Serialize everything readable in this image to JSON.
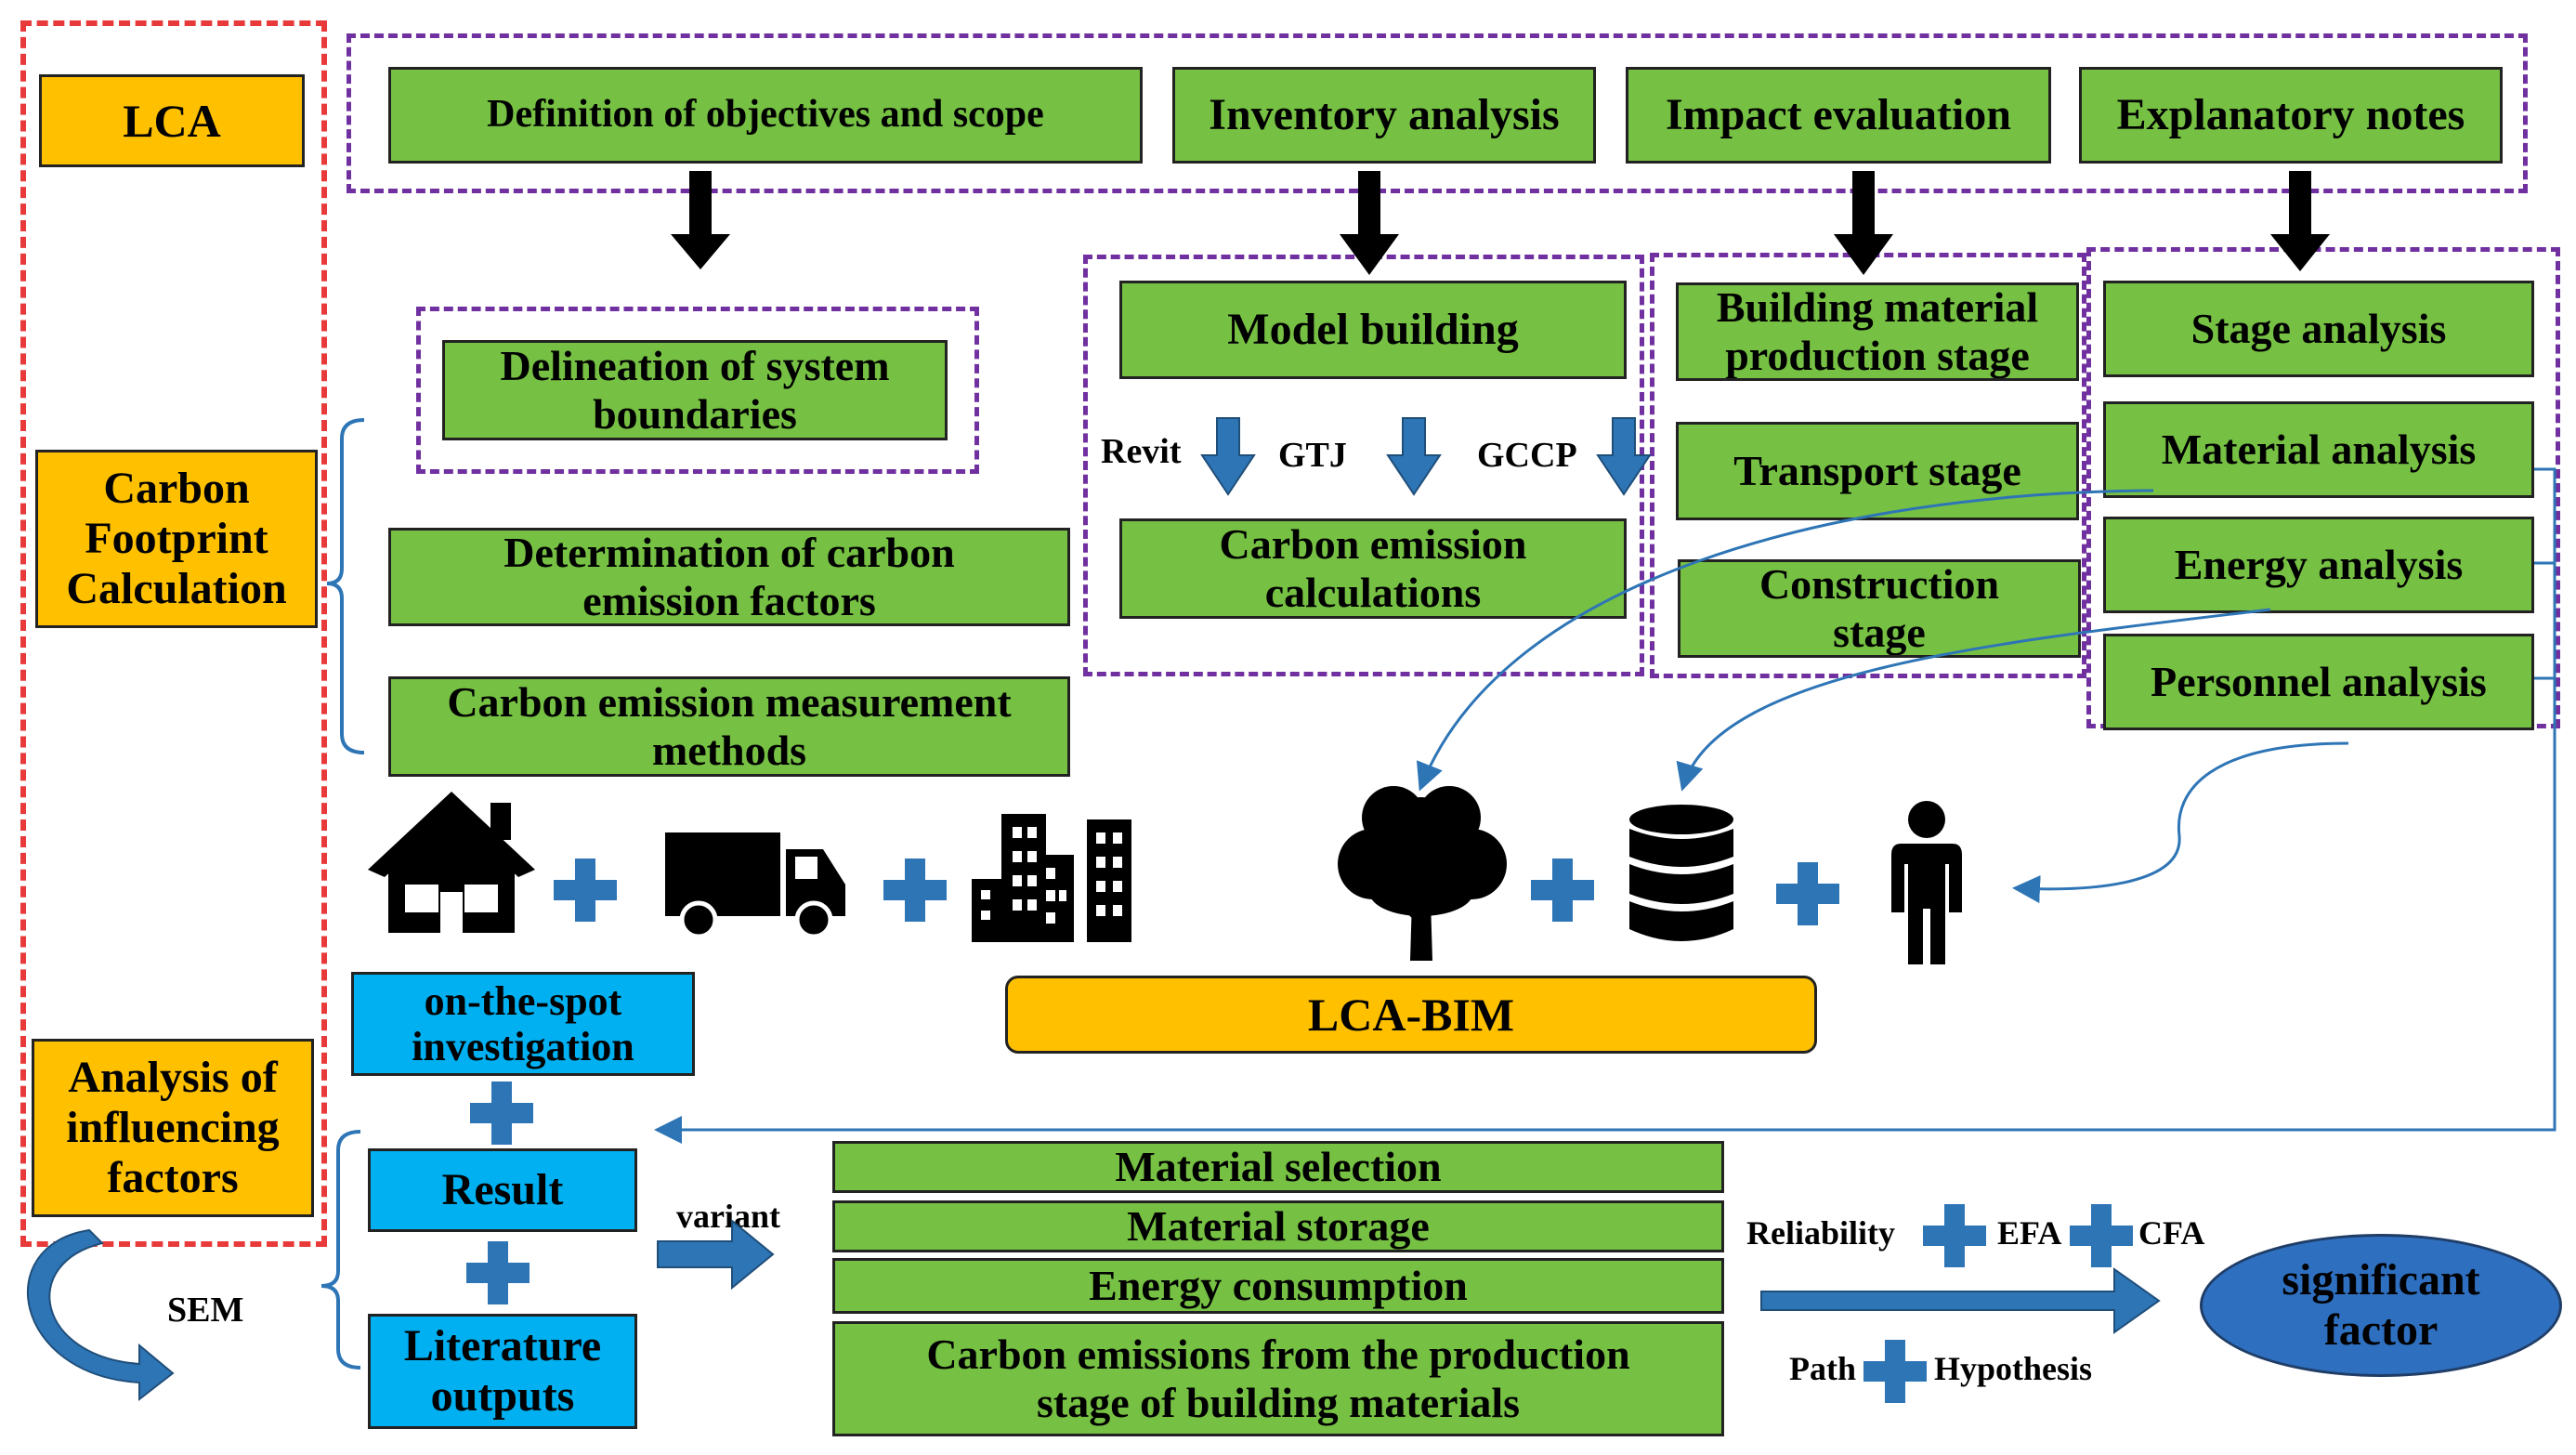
{
  "lca": "LCA",
  "cfc": [
    "Carbon",
    "Footprint",
    "Calculation"
  ],
  "aif": [
    "Analysis of",
    "influencing",
    "factors"
  ],
  "steps": {
    "definition": "Definition of objectives and scope",
    "inventory": "Inventory analysis",
    "impact": "Impact evaluation",
    "explanatory": "Explanatory notes"
  },
  "scope": {
    "delineation": [
      "Delineation of system",
      "boundaries"
    ],
    "factors": [
      "Determination of carbon",
      "emission factors"
    ],
    "methods": [
      "Carbon emission measurement",
      "methods"
    ]
  },
  "inventory": {
    "model": "Model building",
    "tools": [
      "Revit",
      "GTJ",
      "GCCP"
    ],
    "calc": [
      "Carbon emission",
      "calculations"
    ]
  },
  "stages": {
    "production": [
      "Building material",
      "production stage"
    ],
    "transport": "Transport stage",
    "construction": [
      "Construction",
      "stage"
    ]
  },
  "analysis": {
    "stage": "Stage analysis",
    "material": "Material analysis",
    "energy": "Energy analysis",
    "personnel": "Personnel analysis"
  },
  "icons": [
    "house-icon",
    "truck-icon",
    "buildings-icon",
    "tree-icon",
    "database-icon",
    "person-icon",
    "plus-icon"
  ],
  "lcabim": "LCA-BIM",
  "investigation": [
    "on-the-spot",
    "investigation"
  ],
  "result": "Result",
  "literature": [
    "Literature",
    "outputs"
  ],
  "sem": "SEM",
  "variant": "variant",
  "variables": {
    "selection": "Material selection",
    "storage": "Material storage",
    "energy": "Energy consumption",
    "emissions": [
      "Carbon emissions from the production",
      "stage of building materials"
    ]
  },
  "stats": {
    "reliability": "Reliability",
    "efa": "EFA",
    "cfa": "CFA",
    "path": "Path",
    "hypothesis": "Hypothesis"
  },
  "significant": [
    "significant",
    "factor"
  ],
  "colors": {
    "green": "#76c043",
    "orange": "#ffc000",
    "blue": "#00b0f0",
    "arrow_blue": "#2e75b6",
    "plus_blue": "#2e75b6",
    "oval_blue": "#2e6fbf",
    "purple_dash": "#7030a0",
    "red_dash": "#e83a3a"
  }
}
